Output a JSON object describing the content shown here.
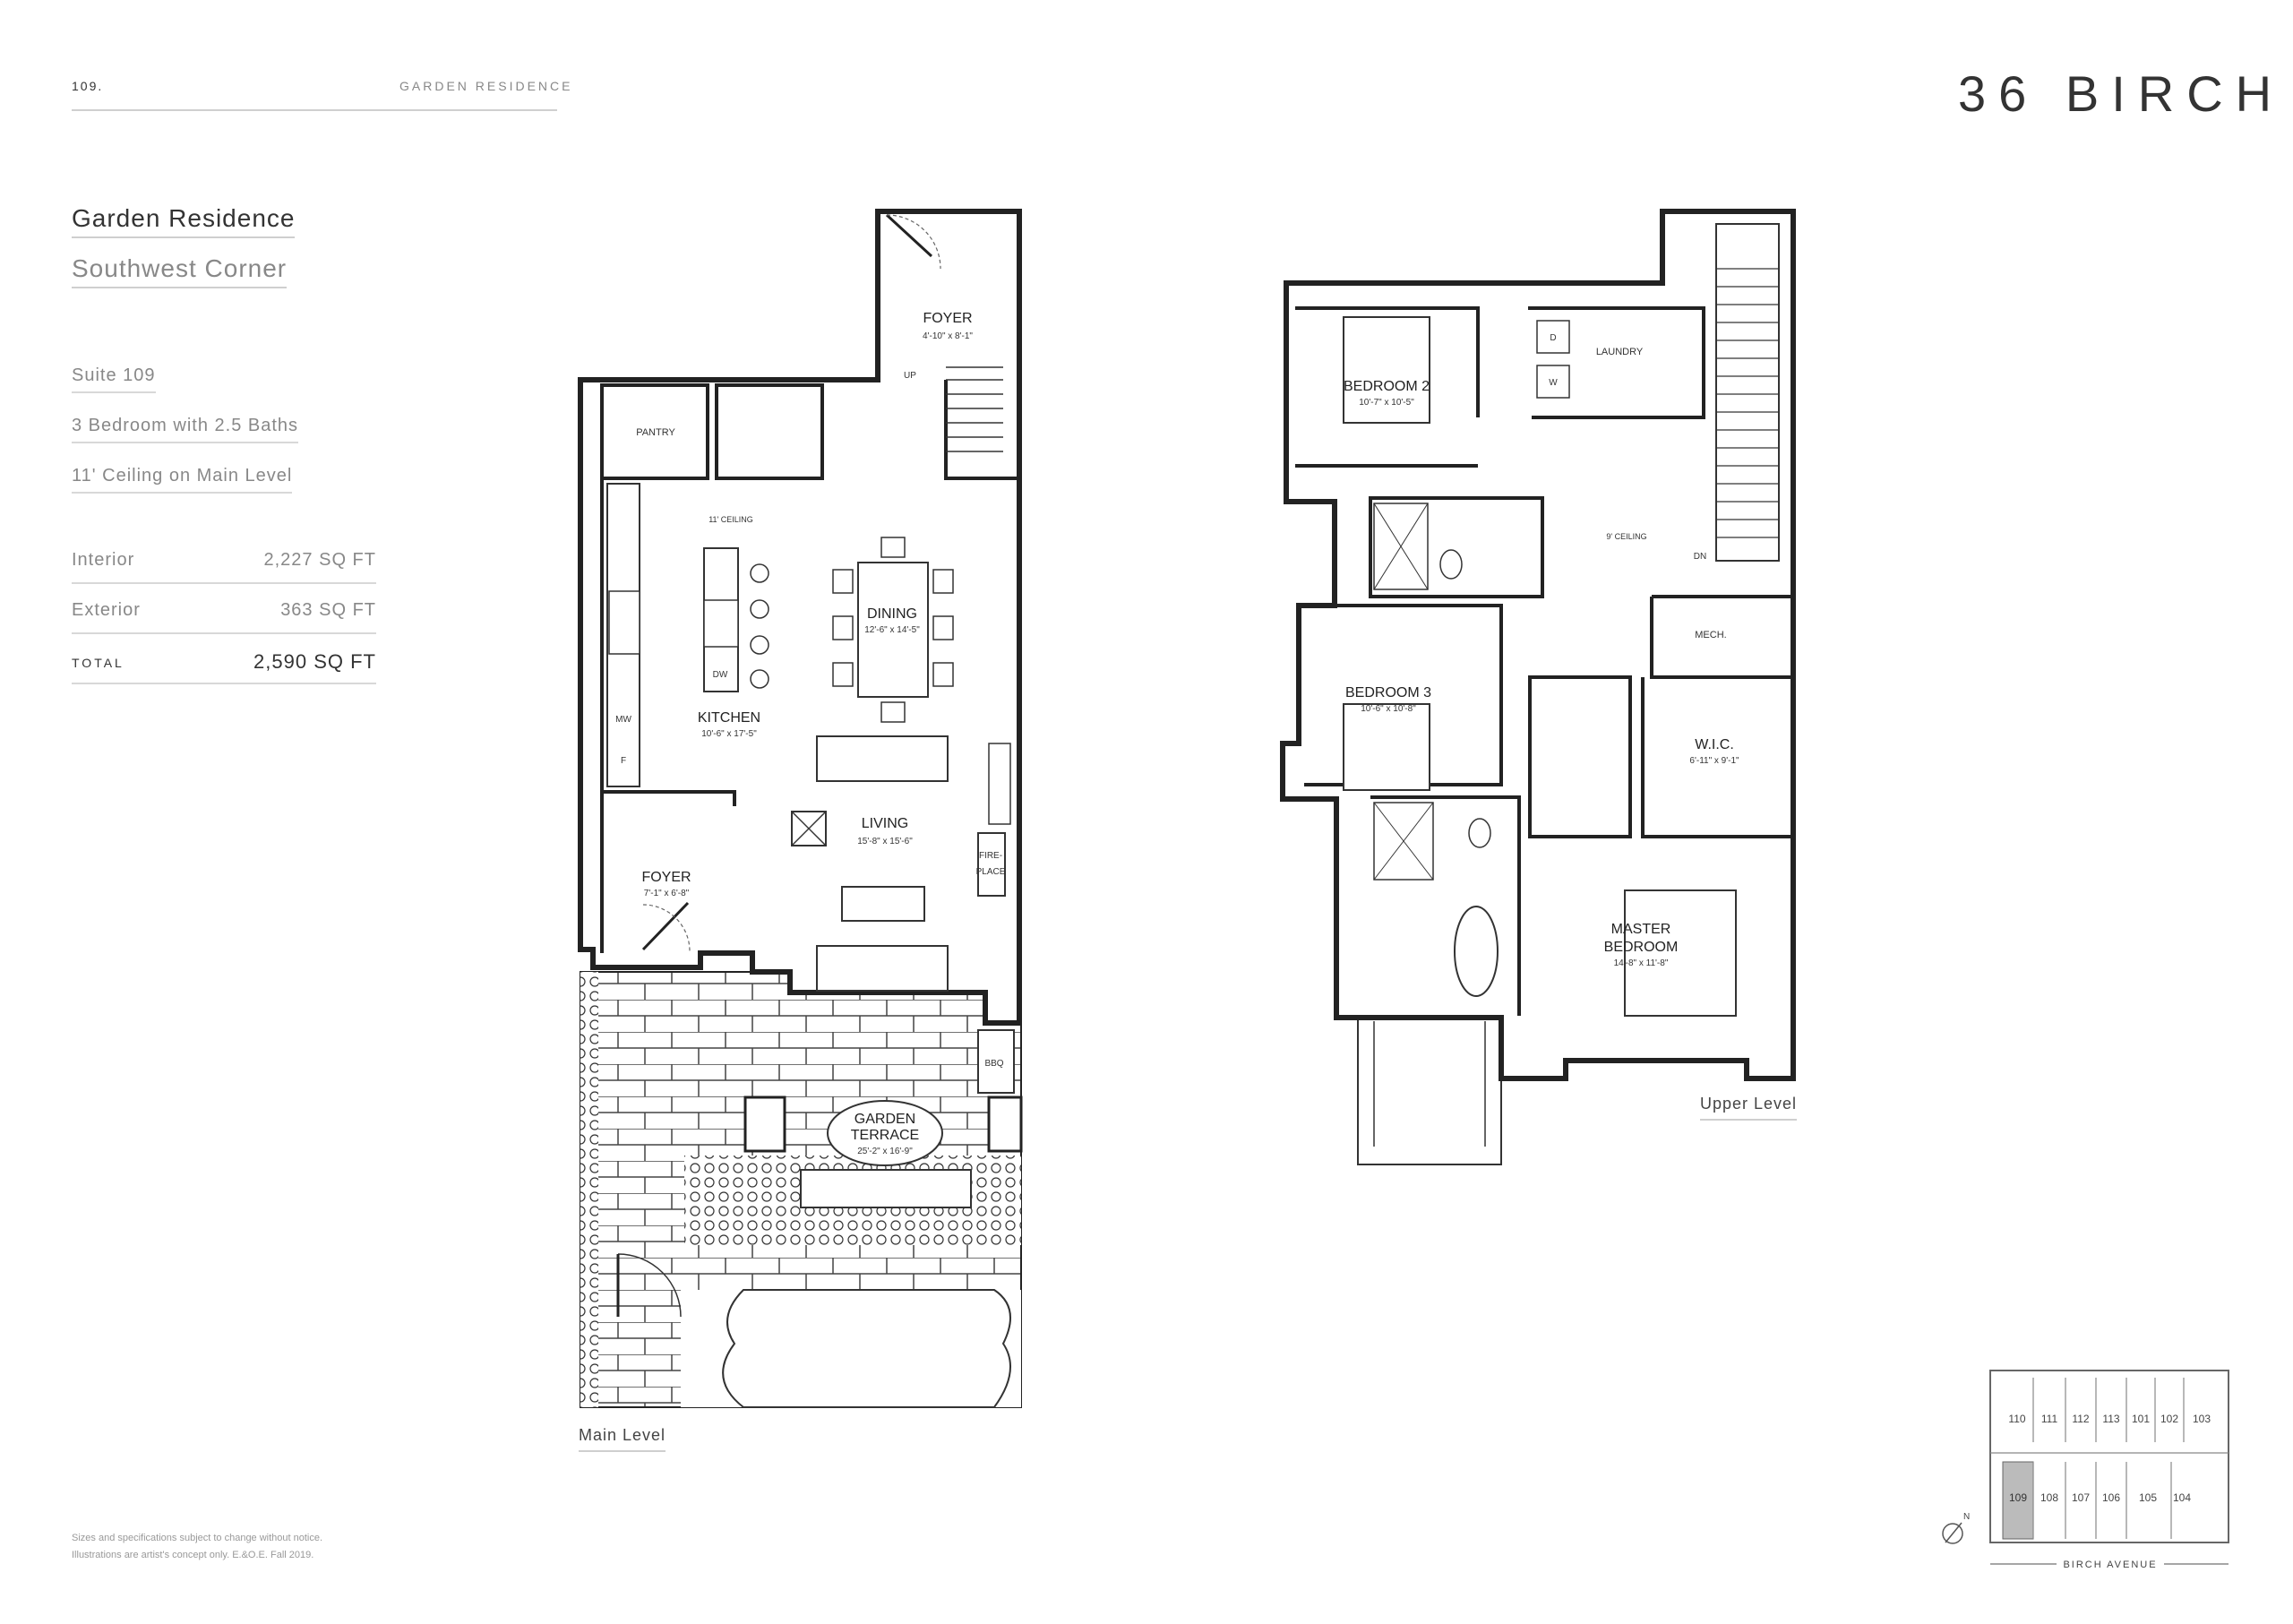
{
  "header": {
    "page_number": "109.",
    "section": "GARDEN RESIDENCE",
    "brand": "36 BIRCH"
  },
  "suite": {
    "title": "Garden Residence",
    "subtitle": "Southwest Corner",
    "specs": [
      "Suite 109",
      "3 Bedroom with 2.5 Baths",
      "11' Ceiling on Main Level"
    ],
    "areas": [
      {
        "label": "Interior",
        "value": "2,227 SQ FT"
      },
      {
        "label": "Exterior",
        "value": "363 SQ FT"
      },
      {
        "label": "TOTAL",
        "value": "2,590 SQ FT"
      }
    ]
  },
  "main_level": {
    "caption": "Main Level",
    "rooms": {
      "foyer_top": {
        "name": "FOYER",
        "dims": "4'-10\" x 8'-1\""
      },
      "pantry": "PANTRY",
      "ceiling": "11' CEILING",
      "dining": {
        "name": "DINING",
        "dims": "12'-6\" x 14'-5\""
      },
      "kitchen": {
        "name": "KITCHEN",
        "dims": "10'-6\" x 17'-5\""
      },
      "living": {
        "name": "LIVING",
        "dims": "15'-8\" x 15'-6\""
      },
      "foyer_bottom": {
        "name": "FOYER",
        "dims": "7'-1\" x 6'-8\""
      },
      "garden": {
        "name1": "GARDEN",
        "name2": "TERRACE",
        "dims": "25'-2\" x 16'-9\""
      },
      "mw": "MW",
      "dw": "DW",
      "f": "F",
      "up": "UP",
      "fireplace1": "FIRE-",
      "fireplace2": "PLACE",
      "bbq": "BBQ"
    }
  },
  "upper_level": {
    "caption": "Upper Level",
    "rooms": {
      "bedroom2": {
        "name": "BEDROOM 2",
        "dims": "10'-7\" x 10'-5\""
      },
      "laundry": "LAUNDRY",
      "d": "D",
      "w": "W",
      "ceiling": "9' CEILING",
      "dn": "DN",
      "mech": "MECH.",
      "bedroom3": {
        "name": "BEDROOM 3",
        "dims": "10'-6\" x 10'-8\""
      },
      "wic": {
        "name": "W.I.C.",
        "dims": "6'-11\" x 9'-1\""
      },
      "master": {
        "name1": "MASTER",
        "name2": "BEDROOM",
        "dims": "14'-8\" x 11'-8\""
      }
    }
  },
  "keyplan": {
    "north": "N",
    "top_units": [
      "110",
      "111",
      "112",
      "113",
      "101",
      "102",
      "103"
    ],
    "bottom_units": [
      "109",
      "108",
      "107",
      "106",
      "105",
      "104"
    ],
    "highlighted": "109",
    "street": "BIRCH AVENUE"
  },
  "disclaimer": "Sizes and specifications subject to change without notice. Illustrations are artist's concept only. E.&O.E. Fall 2019."
}
